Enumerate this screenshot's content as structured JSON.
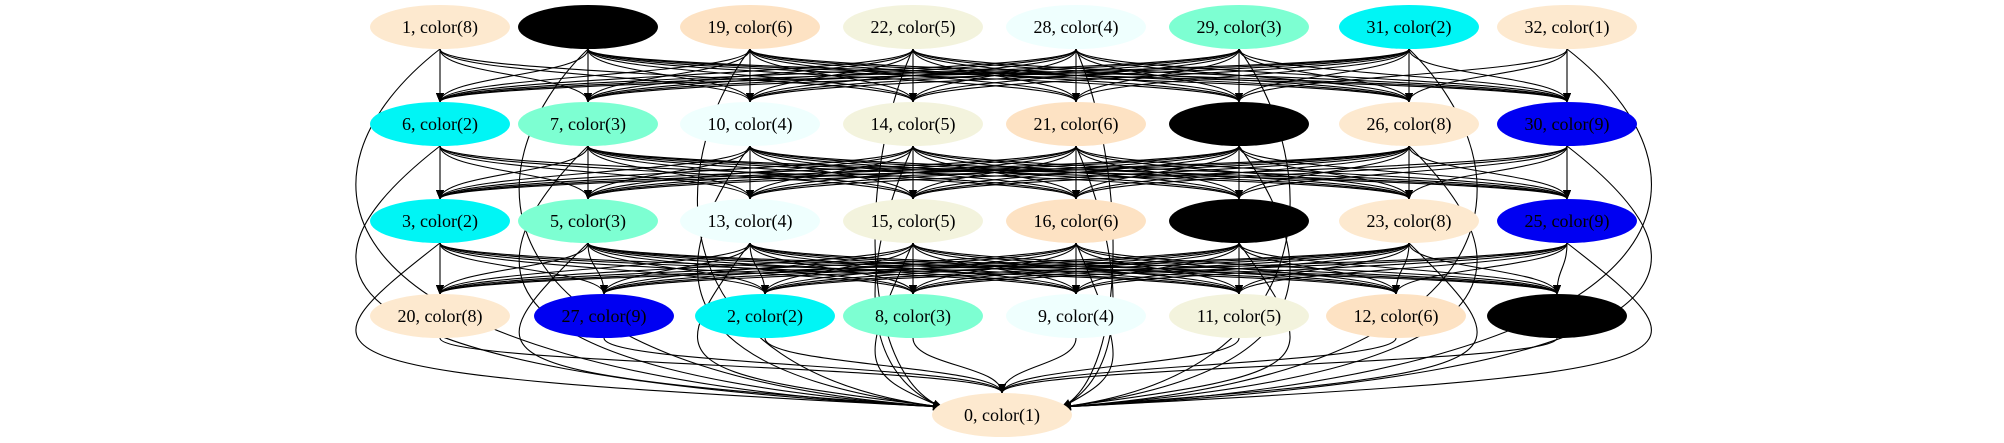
{
  "graph": {
    "palette": {
      "1": "#fde9cf",
      "2": "#00f5f5",
      "3": "#7dffd2",
      "4": "#effffe",
      "5": "#f3f3dd",
      "6": "#fde2c3",
      "8": "#fde9cf",
      "9": "#0000f2",
      "black": "#000000"
    },
    "nodes": [
      {
        "id": "n1",
        "label": "1, color(8)",
        "color_key": "8"
      },
      {
        "id": "n4",
        "label": "",
        "color_key": "black"
      },
      {
        "id": "n19",
        "label": "19, color(6)",
        "color_key": "6"
      },
      {
        "id": "n22",
        "label": "22, color(5)",
        "color_key": "5"
      },
      {
        "id": "n28",
        "label": "28, color(4)",
        "color_key": "4"
      },
      {
        "id": "n29",
        "label": "29, color(3)",
        "color_key": "3"
      },
      {
        "id": "n31",
        "label": "31, color(2)",
        "color_key": "2"
      },
      {
        "id": "n32",
        "label": "32, color(1)",
        "color_key": "1"
      },
      {
        "id": "n6",
        "label": "6, color(2)",
        "color_key": "2"
      },
      {
        "id": "n7",
        "label": "7, color(3)",
        "color_key": "3"
      },
      {
        "id": "n10",
        "label": "10, color(4)",
        "color_key": "4"
      },
      {
        "id": "n14",
        "label": "14, color(5)",
        "color_key": "5"
      },
      {
        "id": "n21",
        "label": "21, color(6)",
        "color_key": "6"
      },
      {
        "id": "n24",
        "label": "",
        "color_key": "black"
      },
      {
        "id": "n26",
        "label": "26, color(8)",
        "color_key": "8"
      },
      {
        "id": "n30",
        "label": "30, color(9)",
        "color_key": "9"
      },
      {
        "id": "n3",
        "label": "3, color(2)",
        "color_key": "2"
      },
      {
        "id": "n5",
        "label": "5, color(3)",
        "color_key": "3"
      },
      {
        "id": "n13",
        "label": "13, color(4)",
        "color_key": "4"
      },
      {
        "id": "n15",
        "label": "15, color(5)",
        "color_key": "5"
      },
      {
        "id": "n16",
        "label": "16, color(6)",
        "color_key": "6"
      },
      {
        "id": "n18",
        "label": "",
        "color_key": "black"
      },
      {
        "id": "n23",
        "label": "23, color(8)",
        "color_key": "8"
      },
      {
        "id": "n25",
        "label": "25, color(9)",
        "color_key": "9"
      },
      {
        "id": "n20",
        "label": "20, color(8)",
        "color_key": "8"
      },
      {
        "id": "n27",
        "label": "27, color(9)",
        "color_key": "9"
      },
      {
        "id": "n2",
        "label": "2, color(2)",
        "color_key": "2"
      },
      {
        "id": "n8",
        "label": "8, color(3)",
        "color_key": "3"
      },
      {
        "id": "n9",
        "label": "9, color(4)",
        "color_key": "4"
      },
      {
        "id": "n11",
        "label": "11, color(5)",
        "color_key": "5"
      },
      {
        "id": "n12",
        "label": "12, color(6)",
        "color_key": "6"
      },
      {
        "id": "n17",
        "label": "",
        "color_key": "black"
      },
      {
        "id": "n0",
        "label": "0, color(1)",
        "color_key": "1"
      }
    ],
    "edges": [
      [
        "n1",
        "n6"
      ],
      [
        "n1",
        "n7"
      ],
      [
        "n1",
        "n10"
      ],
      [
        "n1",
        "n14"
      ],
      [
        "n1",
        "n0"
      ],
      [
        "n4",
        "n6"
      ],
      [
        "n4",
        "n7"
      ],
      [
        "n4",
        "n10"
      ],
      [
        "n4",
        "n14"
      ],
      [
        "n4",
        "n21"
      ],
      [
        "n4",
        "n24"
      ],
      [
        "n4",
        "n26"
      ],
      [
        "n4",
        "n30"
      ],
      [
        "n4",
        "n0"
      ],
      [
        "n19",
        "n6"
      ],
      [
        "n19",
        "n7"
      ],
      [
        "n19",
        "n10"
      ],
      [
        "n19",
        "n14"
      ],
      [
        "n19",
        "n21"
      ],
      [
        "n19",
        "n24"
      ],
      [
        "n19",
        "n26"
      ],
      [
        "n19",
        "n30"
      ],
      [
        "n19",
        "n0"
      ],
      [
        "n22",
        "n6"
      ],
      [
        "n22",
        "n7"
      ],
      [
        "n22",
        "n10"
      ],
      [
        "n22",
        "n14"
      ],
      [
        "n22",
        "n21"
      ],
      [
        "n22",
        "n24"
      ],
      [
        "n22",
        "n26"
      ],
      [
        "n22",
        "n30"
      ],
      [
        "n22",
        "n0"
      ],
      [
        "n28",
        "n6"
      ],
      [
        "n28",
        "n7"
      ],
      [
        "n28",
        "n10"
      ],
      [
        "n28",
        "n14"
      ],
      [
        "n28",
        "n21"
      ],
      [
        "n28",
        "n24"
      ],
      [
        "n28",
        "n26"
      ],
      [
        "n28",
        "n30"
      ],
      [
        "n28",
        "n0"
      ],
      [
        "n29",
        "n6"
      ],
      [
        "n29",
        "n7"
      ],
      [
        "n29",
        "n10"
      ],
      [
        "n29",
        "n14"
      ],
      [
        "n29",
        "n21"
      ],
      [
        "n29",
        "n24"
      ],
      [
        "n29",
        "n26"
      ],
      [
        "n29",
        "n30"
      ],
      [
        "n29",
        "n0"
      ],
      [
        "n31",
        "n6"
      ],
      [
        "n31",
        "n7"
      ],
      [
        "n31",
        "n10"
      ],
      [
        "n31",
        "n14"
      ],
      [
        "n31",
        "n21"
      ],
      [
        "n31",
        "n24"
      ],
      [
        "n31",
        "n26"
      ],
      [
        "n31",
        "n30"
      ],
      [
        "n31",
        "n0"
      ],
      [
        "n32",
        "n24"
      ],
      [
        "n32",
        "n26"
      ],
      [
        "n32",
        "n30"
      ],
      [
        "n32",
        "n0"
      ],
      [
        "n6",
        "n3"
      ],
      [
        "n6",
        "n5"
      ],
      [
        "n6",
        "n13"
      ],
      [
        "n6",
        "n15"
      ],
      [
        "n6",
        "n16"
      ],
      [
        "n6",
        "n0"
      ],
      [
        "n7",
        "n3"
      ],
      [
        "n7",
        "n5"
      ],
      [
        "n7",
        "n13"
      ],
      [
        "n7",
        "n15"
      ],
      [
        "n7",
        "n16"
      ],
      [
        "n7",
        "n18"
      ],
      [
        "n7",
        "n23"
      ],
      [
        "n7",
        "n25"
      ],
      [
        "n7",
        "n0"
      ],
      [
        "n10",
        "n3"
      ],
      [
        "n10",
        "n5"
      ],
      [
        "n10",
        "n13"
      ],
      [
        "n10",
        "n15"
      ],
      [
        "n10",
        "n16"
      ],
      [
        "n10",
        "n18"
      ],
      [
        "n10",
        "n23"
      ],
      [
        "n10",
        "n25"
      ],
      [
        "n10",
        "n0"
      ],
      [
        "n14",
        "n3"
      ],
      [
        "n14",
        "n5"
      ],
      [
        "n14",
        "n13"
      ],
      [
        "n14",
        "n15"
      ],
      [
        "n14",
        "n16"
      ],
      [
        "n14",
        "n18"
      ],
      [
        "n14",
        "n23"
      ],
      [
        "n14",
        "n25"
      ],
      [
        "n14",
        "n0"
      ],
      [
        "n21",
        "n3"
      ],
      [
        "n21",
        "n5"
      ],
      [
        "n21",
        "n13"
      ],
      [
        "n21",
        "n15"
      ],
      [
        "n21",
        "n16"
      ],
      [
        "n21",
        "n18"
      ],
      [
        "n21",
        "n23"
      ],
      [
        "n21",
        "n25"
      ],
      [
        "n21",
        "n0"
      ],
      [
        "n24",
        "n3"
      ],
      [
        "n24",
        "n5"
      ],
      [
        "n24",
        "n13"
      ],
      [
        "n24",
        "n15"
      ],
      [
        "n24",
        "n16"
      ],
      [
        "n24",
        "n18"
      ],
      [
        "n24",
        "n23"
      ],
      [
        "n24",
        "n25"
      ],
      [
        "n24",
        "n0"
      ],
      [
        "n26",
        "n3"
      ],
      [
        "n26",
        "n5"
      ],
      [
        "n26",
        "n13"
      ],
      [
        "n26",
        "n15"
      ],
      [
        "n26",
        "n16"
      ],
      [
        "n26",
        "n18"
      ],
      [
        "n26",
        "n23"
      ],
      [
        "n26",
        "n25"
      ],
      [
        "n26",
        "n0"
      ],
      [
        "n30",
        "n15"
      ],
      [
        "n30",
        "n16"
      ],
      [
        "n30",
        "n18"
      ],
      [
        "n30",
        "n23"
      ],
      [
        "n30",
        "n25"
      ],
      [
        "n30",
        "n0"
      ],
      [
        "n3",
        "n20"
      ],
      [
        "n3",
        "n27"
      ],
      [
        "n3",
        "n2"
      ],
      [
        "n3",
        "n8"
      ],
      [
        "n3",
        "n9"
      ],
      [
        "n3",
        "n11"
      ],
      [
        "n3",
        "n0"
      ],
      [
        "n5",
        "n20"
      ],
      [
        "n5",
        "n27"
      ],
      [
        "n5",
        "n2"
      ],
      [
        "n5",
        "n8"
      ],
      [
        "n5",
        "n9"
      ],
      [
        "n5",
        "n11"
      ],
      [
        "n5",
        "n12"
      ],
      [
        "n5",
        "n17"
      ],
      [
        "n5",
        "n0"
      ],
      [
        "n13",
        "n20"
      ],
      [
        "n13",
        "n27"
      ],
      [
        "n13",
        "n2"
      ],
      [
        "n13",
        "n8"
      ],
      [
        "n13",
        "n9"
      ],
      [
        "n13",
        "n11"
      ],
      [
        "n13",
        "n12"
      ],
      [
        "n13",
        "n17"
      ],
      [
        "n13",
        "n0"
      ],
      [
        "n15",
        "n20"
      ],
      [
        "n15",
        "n27"
      ],
      [
        "n15",
        "n2"
      ],
      [
        "n15",
        "n8"
      ],
      [
        "n15",
        "n9"
      ],
      [
        "n15",
        "n11"
      ],
      [
        "n15",
        "n12"
      ],
      [
        "n15",
        "n17"
      ],
      [
        "n15",
        "n0"
      ],
      [
        "n16",
        "n20"
      ],
      [
        "n16",
        "n27"
      ],
      [
        "n16",
        "n2"
      ],
      [
        "n16",
        "n8"
      ],
      [
        "n16",
        "n9"
      ],
      [
        "n16",
        "n11"
      ],
      [
        "n16",
        "n12"
      ],
      [
        "n16",
        "n17"
      ],
      [
        "n16",
        "n0"
      ],
      [
        "n18",
        "n20"
      ],
      [
        "n18",
        "n27"
      ],
      [
        "n18",
        "n2"
      ],
      [
        "n18",
        "n8"
      ],
      [
        "n18",
        "n9"
      ],
      [
        "n18",
        "n11"
      ],
      [
        "n18",
        "n12"
      ],
      [
        "n18",
        "n17"
      ],
      [
        "n18",
        "n0"
      ],
      [
        "n23",
        "n20"
      ],
      [
        "n23",
        "n27"
      ],
      [
        "n23",
        "n2"
      ],
      [
        "n23",
        "n8"
      ],
      [
        "n23",
        "n9"
      ],
      [
        "n23",
        "n11"
      ],
      [
        "n23",
        "n12"
      ],
      [
        "n23",
        "n17"
      ],
      [
        "n23",
        "n0"
      ],
      [
        "n25",
        "n2"
      ],
      [
        "n25",
        "n8"
      ],
      [
        "n25",
        "n9"
      ],
      [
        "n25",
        "n11"
      ],
      [
        "n25",
        "n12"
      ],
      [
        "n25",
        "n17"
      ],
      [
        "n25",
        "n0"
      ],
      [
        "n20",
        "n0"
      ],
      [
        "n27",
        "n0"
      ],
      [
        "n2",
        "n0"
      ],
      [
        "n8",
        "n0"
      ],
      [
        "n9",
        "n0"
      ],
      [
        "n11",
        "n0"
      ],
      [
        "n12",
        "n0"
      ],
      [
        "n17",
        "n0"
      ]
    ]
  }
}
